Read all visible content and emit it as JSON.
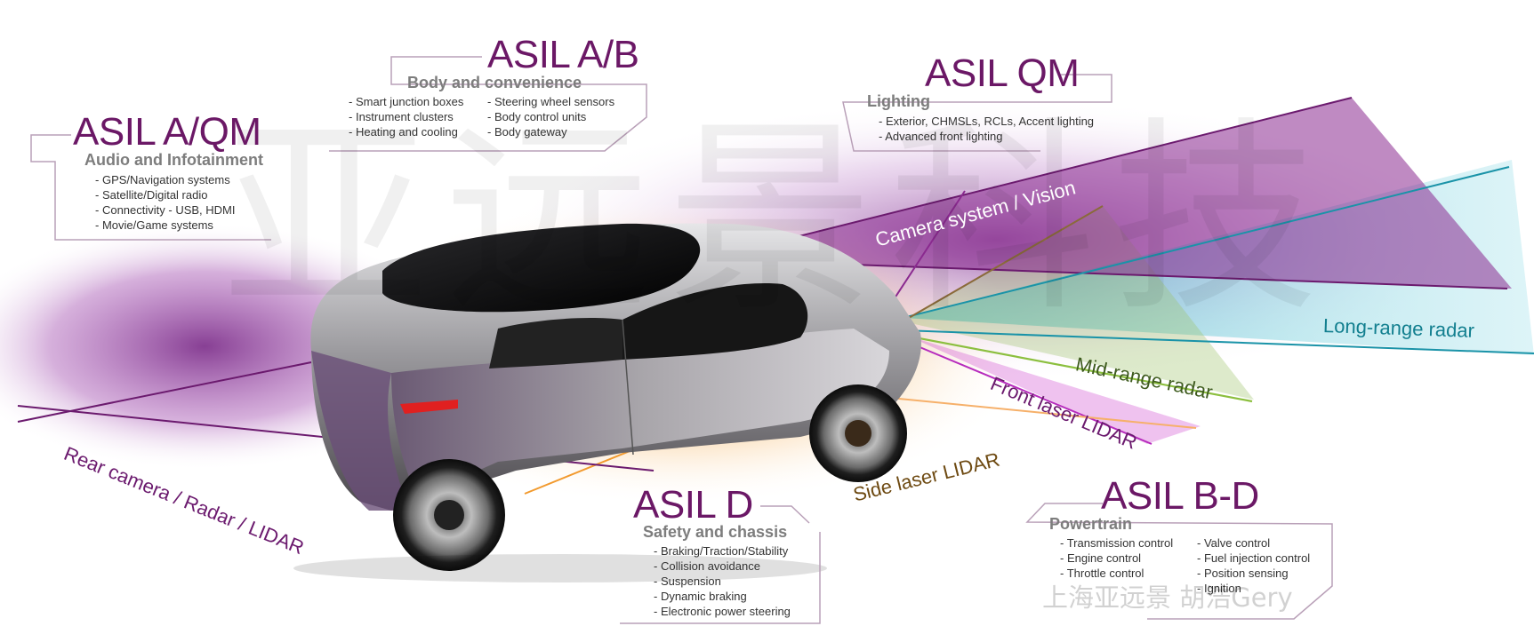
{
  "watermark": {
    "main": "亚远景科技",
    "credit": "上海亚远景  胡浩Gery"
  },
  "groups": [
    {
      "id": "infotainment",
      "asil": "ASIL A/QM",
      "category": "Audio and Infotainment",
      "items": [
        "GPS/Navigation systems",
        "Satellite/Digital radio",
        "Connectivity - USB, HDMI",
        "Movie/Game systems"
      ]
    },
    {
      "id": "body",
      "asil": "ASIL A/B",
      "category": "Body and convenience",
      "items_left": [
        "Smart junction boxes",
        "Instrument clusters",
        "Heating and cooling"
      ],
      "items_right": [
        "Steering wheel sensors",
        "Body control units",
        "Body gateway"
      ]
    },
    {
      "id": "lighting",
      "asil": "ASIL QM",
      "category": "Lighting",
      "items": [
        "Exterior, CHMSLs, RCLs, Accent lighting",
        "Advanced front lighting"
      ]
    },
    {
      "id": "safety",
      "asil": "ASIL D",
      "category": "Safety and chassis",
      "items": [
        "Braking/Traction/Stability",
        "Collision avoidance",
        "Suspension",
        "Dynamic braking",
        "Electronic power steering"
      ]
    },
    {
      "id": "powertrain",
      "asil": "ASIL B-D",
      "category": "Powertrain",
      "items_left": [
        "Transmission control",
        "Engine control",
        "Throttle control"
      ],
      "items_right": [
        "Valve control",
        "Fuel injection control",
        "Position sensing",
        "Ignition"
      ]
    }
  ],
  "sensors": [
    {
      "id": "camera",
      "label": "Camera system / Vision",
      "color": "#ffffff"
    },
    {
      "id": "long_radar",
      "label": "Long-range radar",
      "color": "#127f8f"
    },
    {
      "id": "mid_radar",
      "label": "Mid-range radar",
      "color": "#3e5b1e"
    },
    {
      "id": "front_lidar",
      "label": "Front laser LIDAR",
      "color": "#6b1a6e"
    },
    {
      "id": "side_lidar",
      "label": "Side laser LIDAR",
      "color": "#6e4a12"
    },
    {
      "id": "rear",
      "label": "Rear camera / Radar / LIDAR",
      "color": "#6b1a6e"
    }
  ],
  "colors": {
    "asil": "#6b1866",
    "category": "#7d7d7d",
    "bracket": "#b9a0b8",
    "purple": "#8b2a8b",
    "orange": "#f29a2e",
    "teal": "#33b7c9",
    "green": "#8cbf3f"
  }
}
